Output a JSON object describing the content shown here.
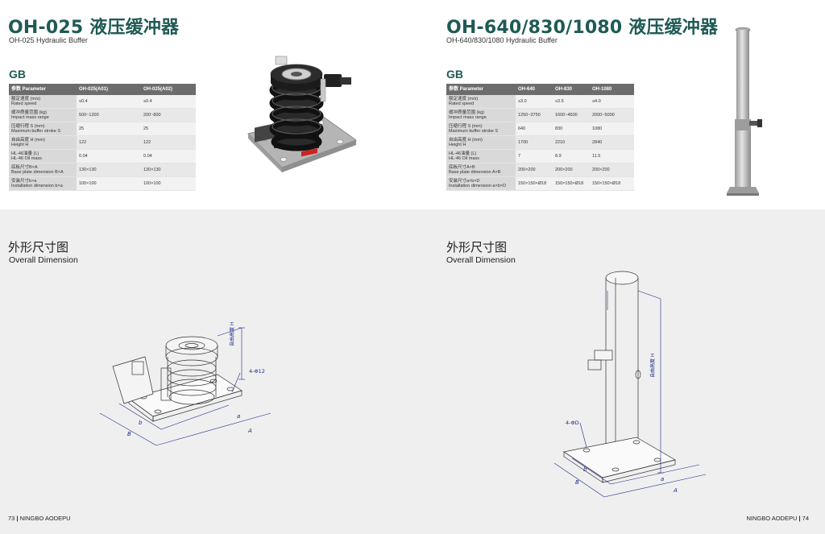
{
  "left": {
    "title": "OH-025 液压缓冲器",
    "subtitle": "OH-025 Hydraulic Buffer",
    "gb": "GB",
    "table": {
      "headers": [
        "参数 Parameter",
        "OH-025(A01)",
        "OH-025(A02)"
      ],
      "rows": [
        {
          "cn": "额定速度 (m/s)",
          "en": "Rated speed",
          "v": [
            "≤0.4",
            "≤0.4"
          ]
        },
        {
          "cn": "缓冲质量范围 (kg)",
          "en": "Impact mass range",
          "v": [
            "500~1200",
            "200~800"
          ]
        },
        {
          "cn": "压缩行程 S (mm)",
          "en": "Maximum buffer stroke S",
          "v": [
            "25",
            "25"
          ]
        },
        {
          "cn": "自由高度 H (mm)",
          "en": "Height H",
          "v": [
            "122",
            "122"
          ]
        },
        {
          "cn": "HL-46油量 (L)",
          "en": "HL-46 Oil mass",
          "v": [
            "0.04",
            "0.04"
          ]
        },
        {
          "cn": "底板尺寸B×A",
          "en": "Base plate dimension B×A",
          "v": [
            "130×130",
            "130×130"
          ]
        },
        {
          "cn": "安装尺寸b×a",
          "en": "Installation dimension b×a",
          "v": [
            "100×100",
            "100×100"
          ]
        }
      ]
    },
    "section_cn": "外形尺寸图",
    "section_en": "Overall Dimension",
    "drawing_labels": {
      "h": "自由高度 H",
      "hole": "4-Φ12",
      "a": "a",
      "A": "A",
      "b": "b",
      "B": "B"
    },
    "footer_page": "73",
    "footer_brand": "NINGBO AODEPU"
  },
  "right": {
    "title": "OH-640/830/1080 液压缓冲器",
    "subtitle": "OH-640/830/1080  Hydraulic Buffer",
    "gb": "GB",
    "table": {
      "headers": [
        "参数 Parameter",
        "OH-640",
        "OH-830",
        "OH-1080"
      ],
      "rows": [
        {
          "cn": "额定速度 (m/s)",
          "en": "Rated speed",
          "v": [
            "≤3.0",
            "≤3.5",
            "≤4.0"
          ]
        },
        {
          "cn": "缓冲质量范围 (kg)",
          "en": "Impact mass range",
          "v": [
            "1250~3750",
            "1600~4500",
            "2000~5000"
          ]
        },
        {
          "cn": "压缩行程 S (mm)",
          "en": "Maximum buffer stroke S",
          "v": [
            "640",
            "830",
            "1080"
          ]
        },
        {
          "cn": "自由高度 H (mm)",
          "en": "Height H",
          "v": [
            "1700",
            "2210",
            "2840"
          ]
        },
        {
          "cn": "HL-46油量 (L)",
          "en": "HL-46 Oil mass",
          "v": [
            "7",
            "8.9",
            "11.5"
          ]
        },
        {
          "cn": "底板尺寸A×B",
          "en": "Base plate dimension A×B",
          "v": [
            "200×200",
            "200×200",
            "200×200"
          ]
        },
        {
          "cn": "安装尺寸a×b×D",
          "en": "Installation dimension a×b×D",
          "v": [
            "150×150×Ø18",
            "150×150×Ø18",
            "150×150×Ø18"
          ]
        }
      ]
    },
    "section_cn": "外形尺寸图",
    "section_en": "Overall Dimension",
    "drawing_labels": {
      "h": "自由高度 H",
      "hole": "4-ΦD",
      "a": "a",
      "A": "A",
      "b": "b",
      "B": "B"
    },
    "footer_brand": "NINGBO AODEPU",
    "footer_page": "74"
  }
}
